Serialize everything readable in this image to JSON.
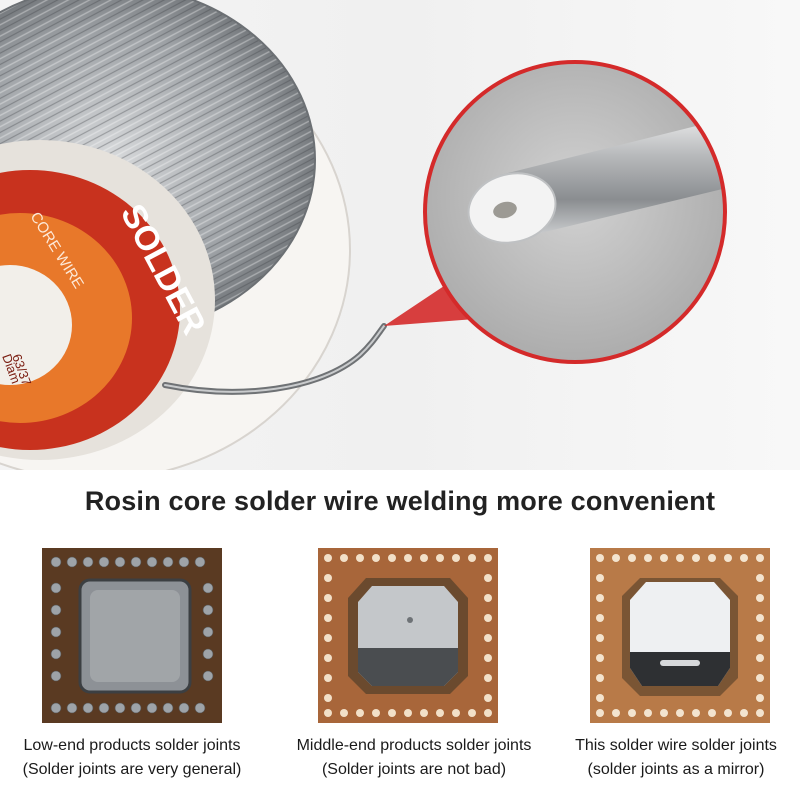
{
  "spool": {
    "brand_text": "SOLDER",
    "sub_text": "CORE WIRE",
    "spec_text": "63/37",
    "diam_text": "Diam"
  },
  "headline": "Rosin core solder wire welding more convenient",
  "comparisons": [
    {
      "title": "Low-end products solder joints",
      "note": "(Solder joints are very general)"
    },
    {
      "title": "Middle-end products solder joints",
      "note": "(Solder joints are not bad)"
    },
    {
      "title": "This solder wire solder joints",
      "note": "(solder joints as a mirror)"
    }
  ],
  "colors": {
    "label_red": "#c8321e",
    "label_orange": "#e8782a",
    "callout_red": "#d42a2a",
    "pcb_brown": "#a8663a"
  }
}
